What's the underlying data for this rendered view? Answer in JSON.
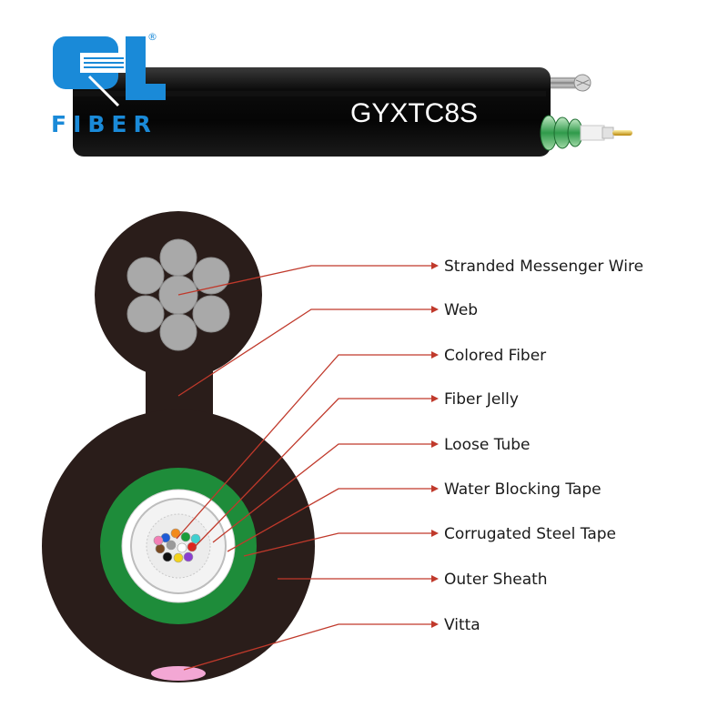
{
  "brand": {
    "name": "FIBER",
    "registered": "®"
  },
  "cable_model": "GYXTC8S",
  "colors": {
    "brand_blue": "#1a8ad8",
    "sheath": "#2a1d1a",
    "steel_tape": "#1e8c3a",
    "leader_line": "#c0392b",
    "vitta": "#f3a7d4",
    "messenger_strand": "#a9a9a9"
  },
  "labels": [
    {
      "id": "stranded-messenger-wire",
      "text": "Stranded Messenger Wire"
    },
    {
      "id": "web",
      "text": "Web"
    },
    {
      "id": "colored-fiber",
      "text": "Colored Fiber"
    },
    {
      "id": "fiber-jelly",
      "text": "Fiber Jelly"
    },
    {
      "id": "loose-tube",
      "text": "Loose Tube"
    },
    {
      "id": "water-blocking-tape",
      "text": "Water Blocking Tape"
    },
    {
      "id": "corrugated-steel-tape",
      "text": "Corrugated Steel Tape"
    },
    {
      "id": "outer-sheath",
      "text": "Outer Sheath"
    },
    {
      "id": "vitta",
      "text": "Vitta"
    }
  ],
  "fiber_colors": [
    "#1e5bd6",
    "#f28a1c",
    "#1a9c3a",
    "#7a4a22",
    "#9a9a9a",
    "#ffffff",
    "#e0231d",
    "#111111",
    "#f2d21b",
    "#8a3fd0",
    "#f37fb6",
    "#3fd0d0"
  ]
}
